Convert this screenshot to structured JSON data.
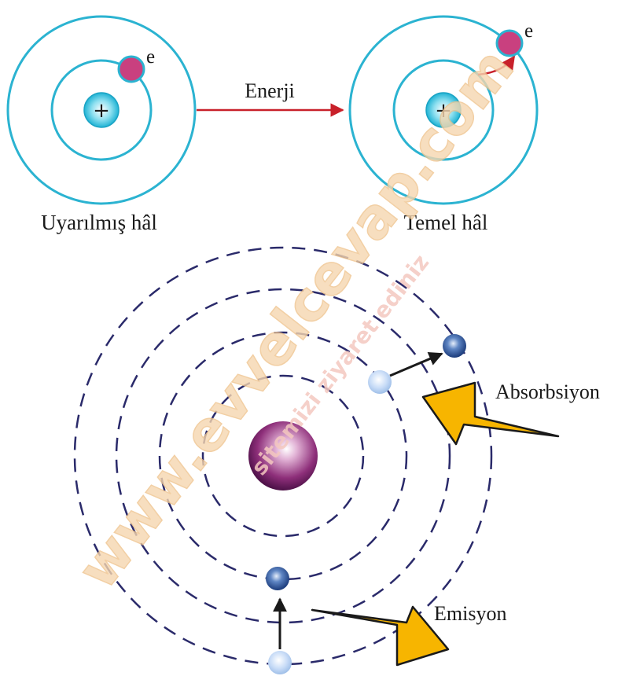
{
  "top": {
    "excited_caption": "Uyarılmış hâl",
    "ground_caption": "Temel hâl",
    "arrow_label": "Enerji",
    "electron_label_left": "e",
    "electron_label_right": "e",
    "nucleus_symbol_left": "+",
    "nucleus_symbol_right": "+"
  },
  "bottom": {
    "absorption_label": "Absorbsiyon",
    "emission_label": "Emisyon"
  },
  "watermark": {
    "main": "www.evvelcevap.com",
    "sub": "sitemizi ziyaret ediniz"
  },
  "colors": {
    "orbit": "#2bb3d1",
    "electron": "#c9407f",
    "energy_arrow": "#c8202a",
    "dashed_orbit": "#2a2a6a",
    "yellow_arrow": "#f7b500"
  }
}
